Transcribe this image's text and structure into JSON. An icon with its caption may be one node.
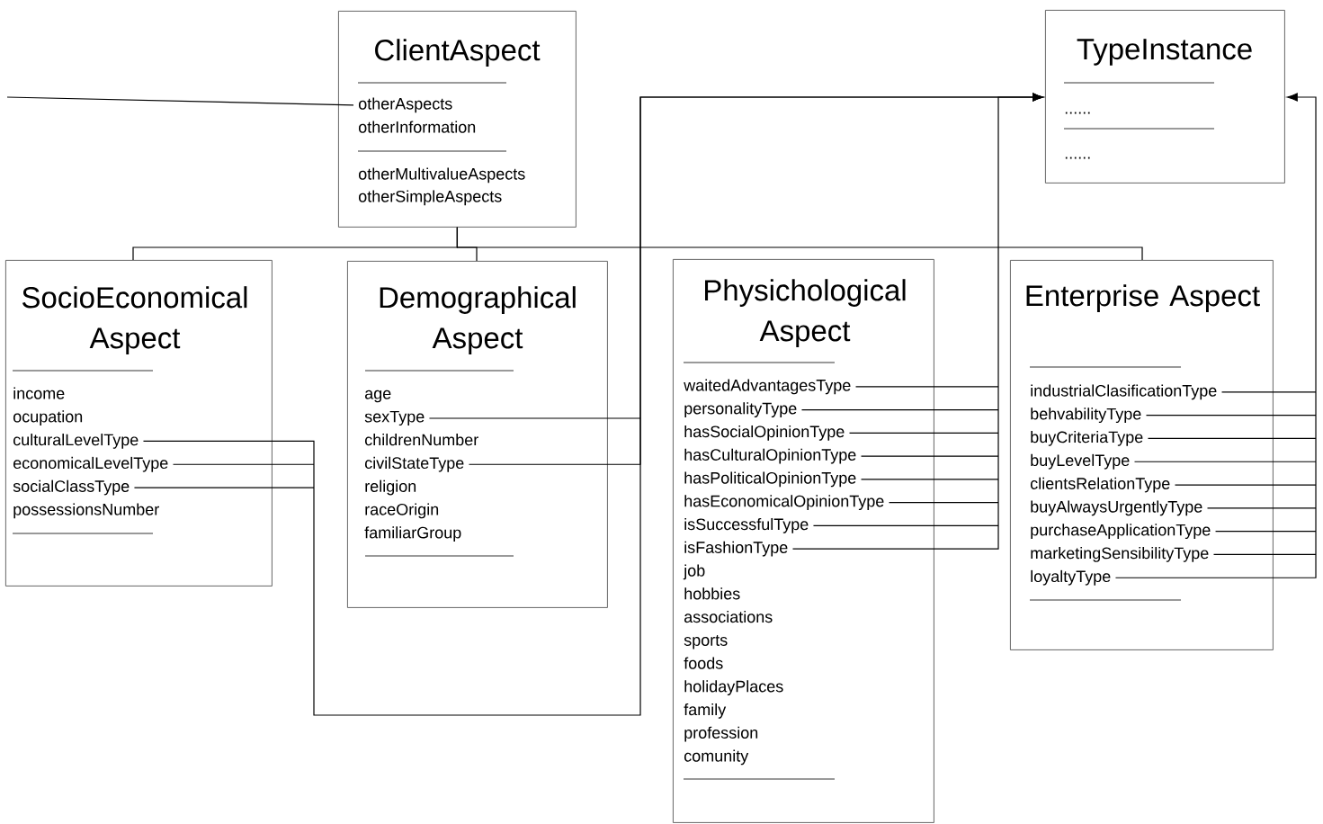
{
  "diagram": {
    "nodes": [
      {
        "text": [
          "ClientAspect",
          "otherAspects",
          "otherInformation",
          "otherMultivalueAspects",
          "otherSimpleAspects"
        ]
      },
      {
        "text": [
          "TypeInstance",
          "......",
          "......"
        ]
      },
      {
        "text": [
          "SocioEconomical Aspect",
          "income",
          "ocupation",
          "culturalLevelType",
          "economicalLevelType",
          "socialClassType",
          "possessionsNumber"
        ]
      },
      {
        "text": [
          "Demographical Aspect",
          "age",
          "sexType",
          "childrenNumber",
          "civilStateType",
          "religion",
          "raceOrigin",
          "familiarGroup"
        ]
      },
      {
        "text": [
          "Physichological Aspect",
          "waitedAdvantagesType",
          "personalityType",
          "hasSocialOpinionType",
          "hasCulturalOpinionType",
          "hasPoliticalOpinionType",
          "hasEconomicalOpinionType",
          "isSuccessfulType",
          "isFashionType",
          "job",
          "hobbies",
          "associations",
          "sports",
          "foods",
          "holidayPlaces",
          "family",
          "profession",
          "comunity"
        ]
      },
      {
        "text": [
          "Enterprise Aspect",
          "industrialClasificationType",
          "behvabilityType",
          "buyCriteriaType",
          "buyLevelType",
          "clientsRelationType",
          "buyAlwaysUrgentlyType",
          "purchaseApplicationType",
          "marketingSensibilityType",
          "loyaltyType"
        ]
      }
    ],
    "edges": [
      {
        "from": null,
        "to": 0,
        "arrow": "none"
      },
      {
        "from": 0,
        "to": 2,
        "arrow": "none"
      },
      {
        "from": 0,
        "to": 3,
        "arrow": "none"
      },
      {
        "from": 0,
        "to": 5,
        "arrow": "none"
      },
      {
        "from": 2,
        "to": 1,
        "arrow": "to"
      },
      {
        "from": 3,
        "to": 1,
        "arrow": "to"
      },
      {
        "from": 4,
        "to": 1,
        "arrow": "to"
      },
      {
        "from": 5,
        "to": 1,
        "arrow": "to"
      }
    ]
  }
}
